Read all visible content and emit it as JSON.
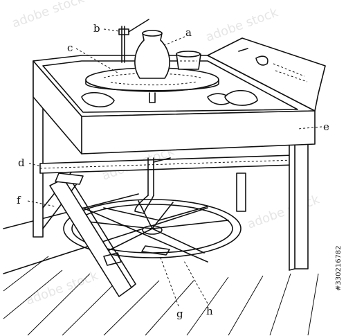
{
  "labels": {
    "a": "a",
    "b": "b",
    "c": "c",
    "d": "d",
    "e": "e",
    "f": "f",
    "g": "g",
    "h": "h"
  },
  "watermark": {
    "mark": "adobe stock",
    "id": "#330216782"
  },
  "colors": {
    "ink": "#111111",
    "paper": "#ffffff",
    "watermark": "#e6e6e6"
  }
}
